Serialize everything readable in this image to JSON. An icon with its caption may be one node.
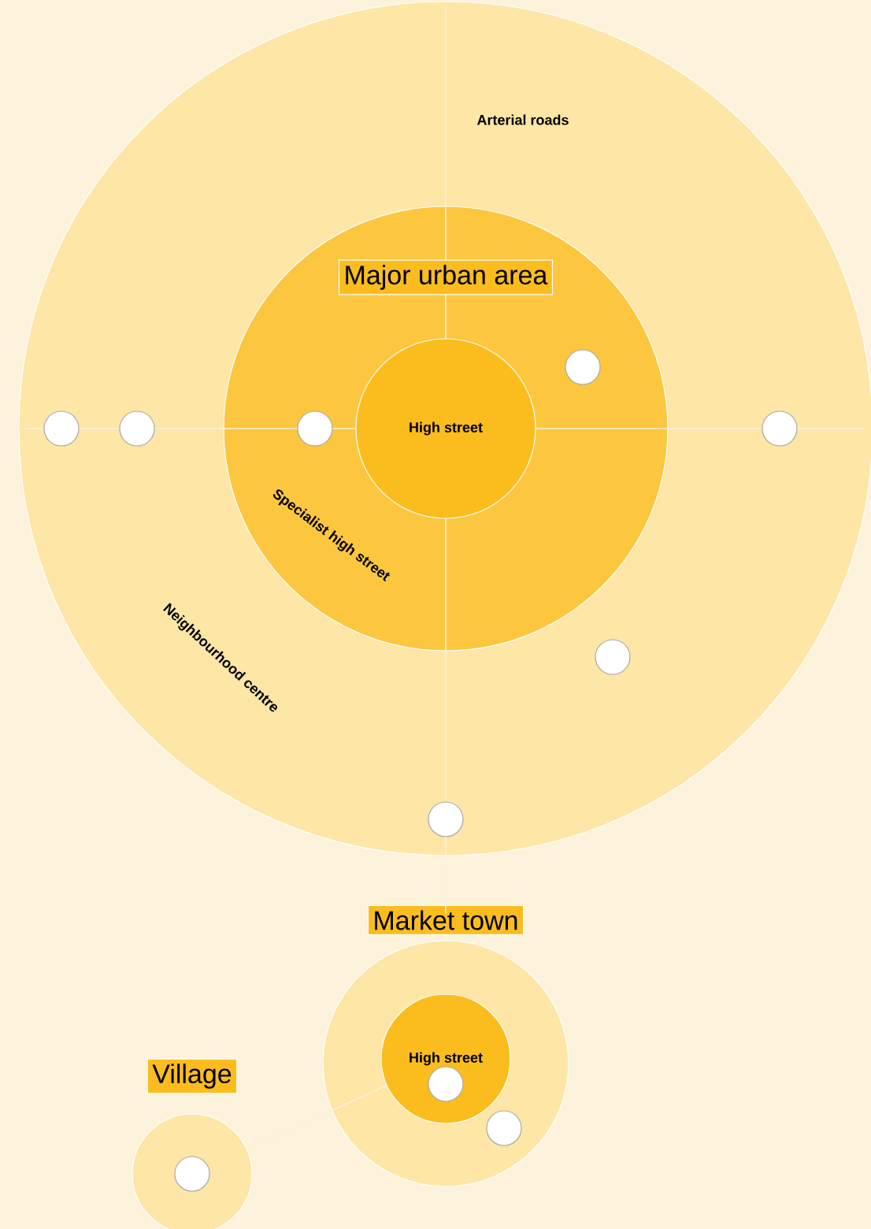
{
  "diagram": {
    "nodes": [
      {
        "text": [
          "Neighbourhood centre"
        ]
      },
      {
        "text": [
          "Major urban area",
          "Specialist high street"
        ],
        "in": 0
      },
      {
        "text": [
          "High street"
        ],
        "in": 1
      },
      {
        "text": [],
        "shape": "circle",
        "in": 1
      },
      {
        "text": [],
        "shape": "circle",
        "in": 0
      },
      {
        "text": [],
        "shape": "circle",
        "in": 0
      },
      {
        "text": [],
        "shape": "circle",
        "in": 1
      },
      {
        "text": [],
        "shape": "circle",
        "in": 0
      },
      {
        "text": [],
        "shape": "circle",
        "in": 0
      },
      {
        "text": [],
        "shape": "circle",
        "in": 0
      },
      {
        "text": [
          "Market town"
        ]
      },
      {
        "text": [
          "High street"
        ],
        "in": 10
      },
      {
        "text": [],
        "shape": "circle",
        "in": 11
      },
      {
        "text": [],
        "shape": "circle",
        "in": 10
      },
      {
        "text": [
          "Village"
        ]
      },
      {
        "text": [],
        "shape": "circle",
        "in": 14
      }
    ],
    "edges": [
      {
        "from": 9,
        "to": 10,
        "arrow": "none"
      },
      {
        "from": 14,
        "to": 11,
        "arrow": "none"
      }
    ],
    "labels": [
      "Arterial roads"
    ]
  }
}
